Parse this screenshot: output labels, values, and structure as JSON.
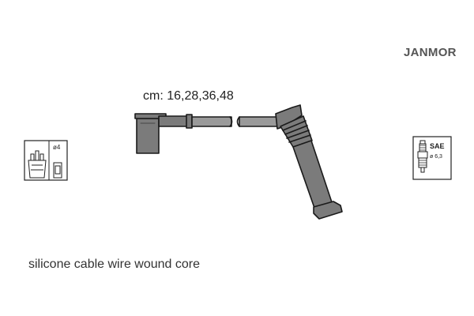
{
  "brand": "JANMOR",
  "lengths_label": "cm: 16,28,36,48",
  "description": "silicone cable wire wound core",
  "distributor_symbol": {
    "icon": "distributor-cap-icon",
    "label": "ø4"
  },
  "plug_symbol": {
    "icon": "spark-plug-icon",
    "top_label": "SAE",
    "side_label": "ø 6,3"
  },
  "colors": {
    "boot_fill": "#7b7b7b",
    "cable_fill": "#9a9a9a",
    "outline": "#1a1a1a",
    "brand_text": "#555555"
  }
}
